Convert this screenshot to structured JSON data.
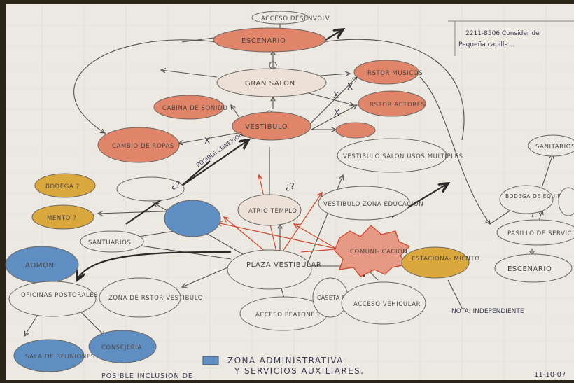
{
  "colors": {
    "paper": "#ebe9e2",
    "red": "#e0856a",
    "orange": "#dba83e",
    "blue": "#5f8fc2",
    "outline": "#6b6660",
    "red_ink": "#d0492e"
  },
  "nodes": {
    "acceso_desenvolv": "ACCESO DESENVOLV",
    "escenario": "ESCENARIO",
    "gran_salon": "GRAN SALON",
    "rstor_musicos": "RSTOR MUSICOS",
    "rstor_actores": "RSTOR ACTORES",
    "cabina_sonido": "CABINA DE SONIDO",
    "vestibulo": "VESTIBULO",
    "cambio_ropas": "CAMBIO DE ROPAS",
    "vestibulo_salon": "VESTIBULO SALON USOS MULTIPLES",
    "atrio_templo": "ATRIO TEMPLO",
    "vestibulo_zona": "VESTIBULO ZONA EDUCACION",
    "plaza_vestibular": "PLAZA VESTIBULAR",
    "comunicacion": "COMUNI- CACION",
    "estacionamiento": "ESTACIONA- MIENTO",
    "santuarios": "SANTUARIOS",
    "admon": "ADMON",
    "oficinas_postorales": "OFICINAS POSTORALES",
    "zona_rstor_vestibulo": "ZONA DE RSTOR VESTIBULO",
    "acceso_peatonal": "ACCESO PEATONES",
    "caseta": "CASETA DE CONTROL",
    "acceso_vehicular": "ACCESO VEHICULAR",
    "sala_reuniones": "SALA DE REUNIONES",
    "consejeria": "CONSEJERIA",
    "bodega": "BODEGA ?",
    "mento": "MENTO ?",
    "sanitarios_right": "SANITARIOS",
    "bodega_equipos": "BODEGA DE EQUIPOS",
    "pasillo_servicio": "PASILLO DE SERVICIO",
    "escenario_right": "ESCENARIO"
  },
  "annotations": {
    "top_right_note": "2211-8506 Consider de",
    "top_right_note_2": "Pequeña capilla...",
    "nota": "NOTA: INDEPENDIENTE",
    "possible_1": "POSIBLE CONEXION",
    "question": "¿?",
    "question_2": "¿?",
    "cross_1": "X",
    "cross_2": "X",
    "cross_3": "X",
    "cross_4": "X"
  },
  "legend": {
    "text_1": "ZONA ADMINISTRATIVA",
    "text_2": "Y SERVICIOS AUXILIARES."
  },
  "footer": {
    "possible_inclusion": "POSIBLE INCLUSION DE",
    "date": "11-10-07"
  }
}
